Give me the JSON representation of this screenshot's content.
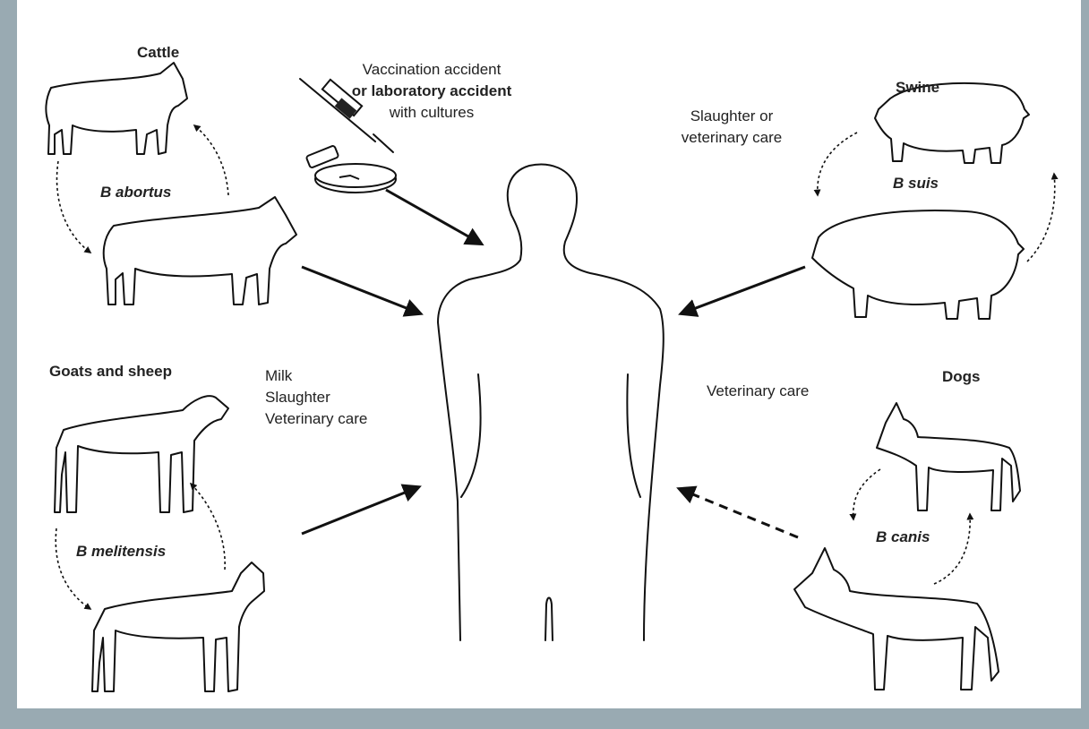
{
  "sources": {
    "cattle": {
      "title": "Cattle",
      "species": "B abortus"
    },
    "swine": {
      "title": "Swine",
      "species": "B suis"
    },
    "goats": {
      "title": "Goats and sheep",
      "species": "B melitensis"
    },
    "dogs": {
      "title": "Dogs",
      "species": "B canis"
    }
  },
  "routes": {
    "lab": [
      "Vaccination accident",
      "or laboratory accident",
      "with cultures"
    ],
    "slaughter": [
      "Slaughter or",
      "veterinary care"
    ],
    "milk": [
      "Milk",
      "Slaughter",
      "Veterinary care"
    ],
    "vet": "Veterinary care"
  },
  "colors": {
    "frame": "#99aab2",
    "ink": "#111111"
  }
}
